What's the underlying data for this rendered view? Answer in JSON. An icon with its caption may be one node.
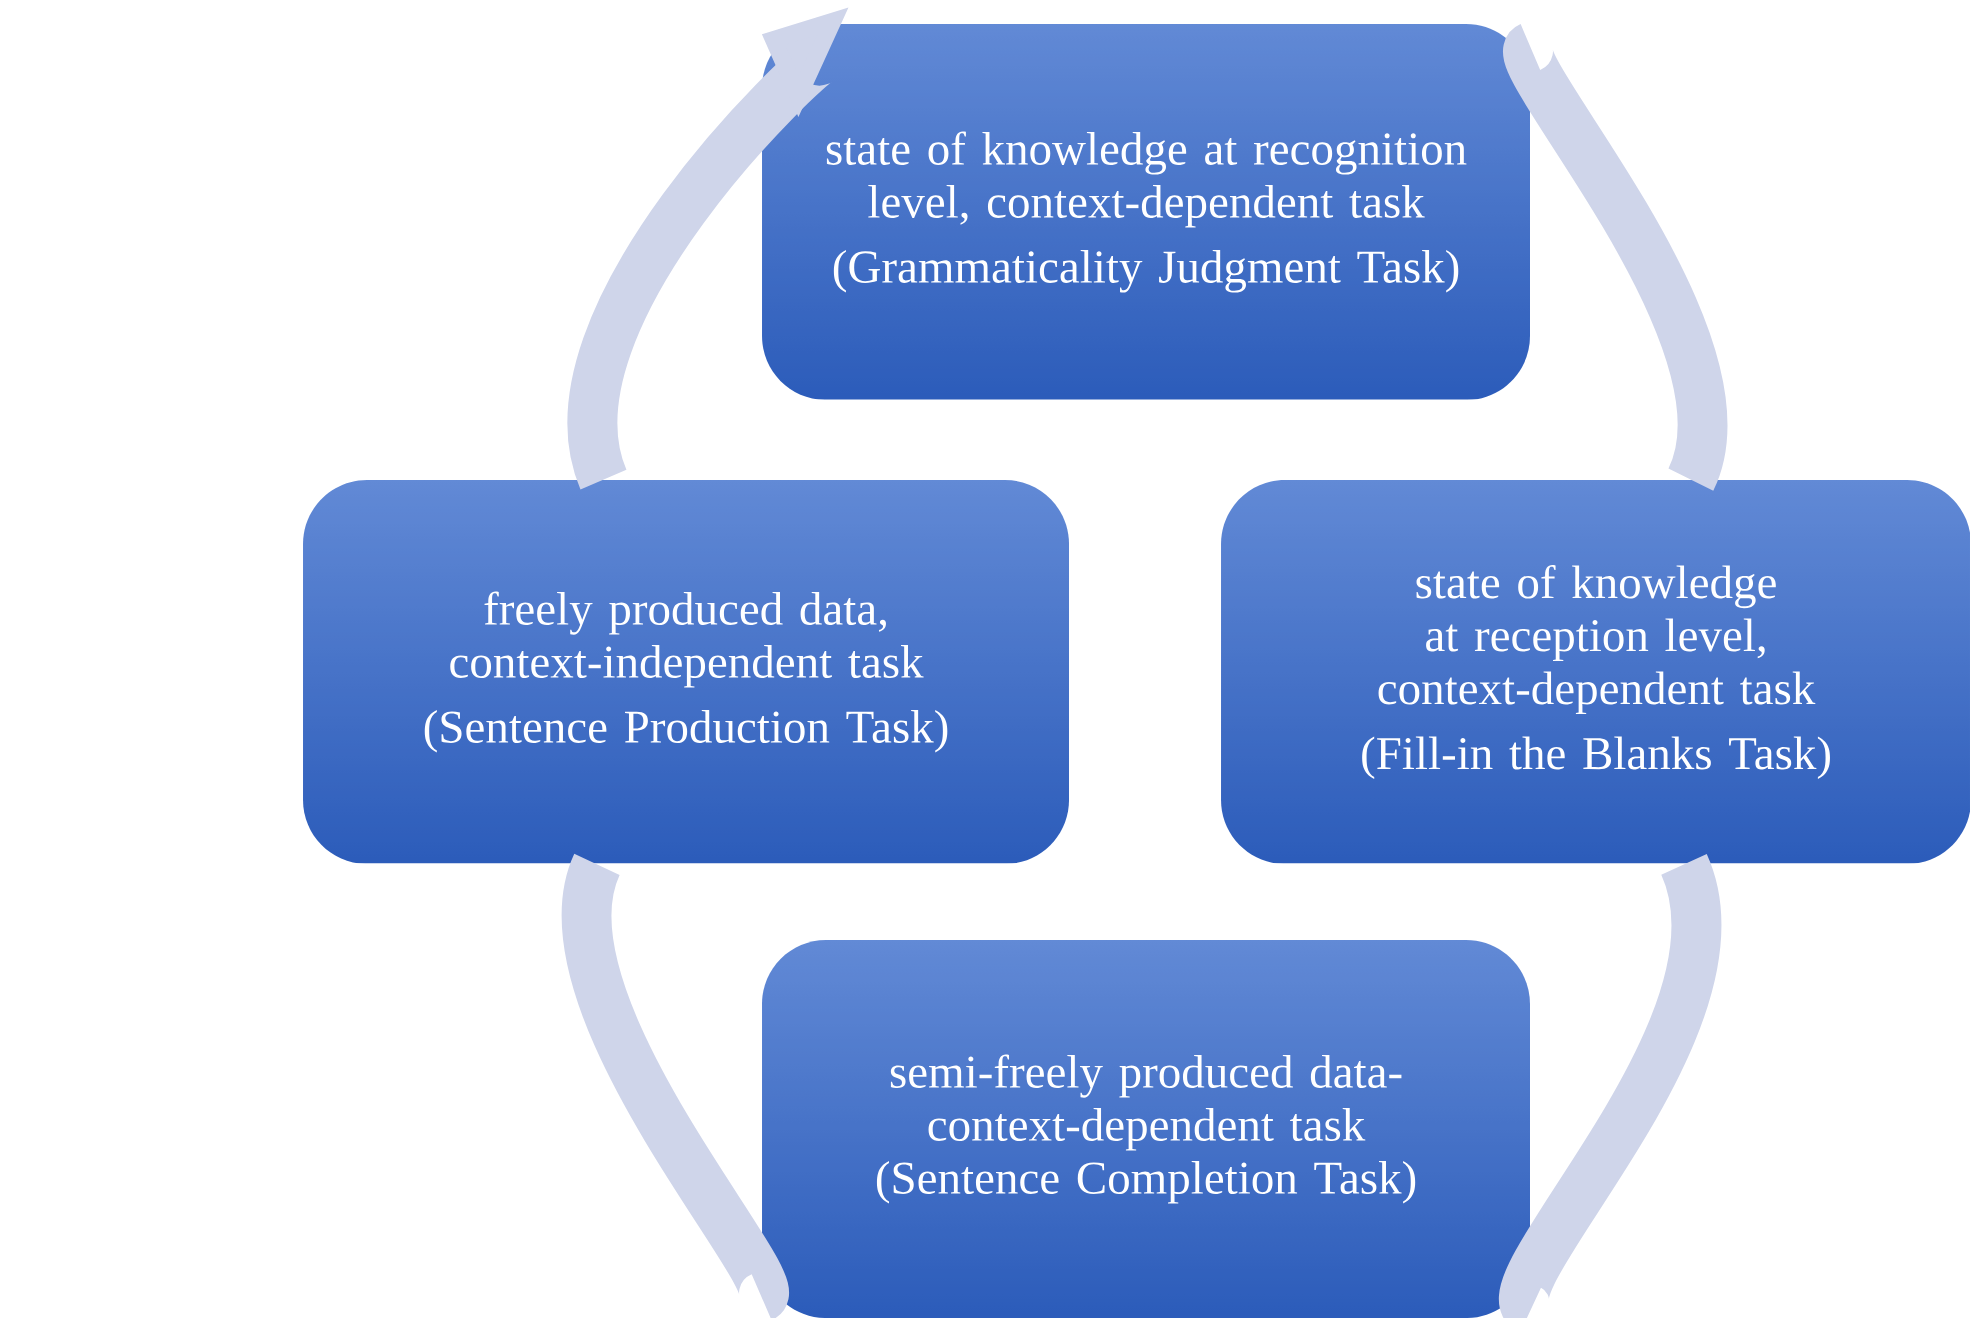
{
  "diagram": {
    "nodes": [
      {
        "text": [
          "state of knowledge at recognition level, context-dependent task",
          "(Grammaticality Judgment Task)"
        ]
      },
      {
        "text": [
          "freely produced data, context-independent task",
          "(Sentence Production Task)"
        ]
      },
      {
        "text": [
          "state of knowledge at reception level, context-dependent task",
          "(Fill-in the Blanks Task)"
        ]
      },
      {
        "text": [
          "semi-freely produced data-context-dependent task (Sentence Completion Task)"
        ]
      }
    ],
    "edges": [
      {
        "from": 0,
        "to": 2,
        "arrow": "none"
      },
      {
        "from": 2,
        "to": 3,
        "arrow": "none"
      },
      {
        "from": 3,
        "to": 1,
        "arrow": "none"
      },
      {
        "from": 1,
        "to": 0,
        "arrow": "to"
      }
    ]
  }
}
